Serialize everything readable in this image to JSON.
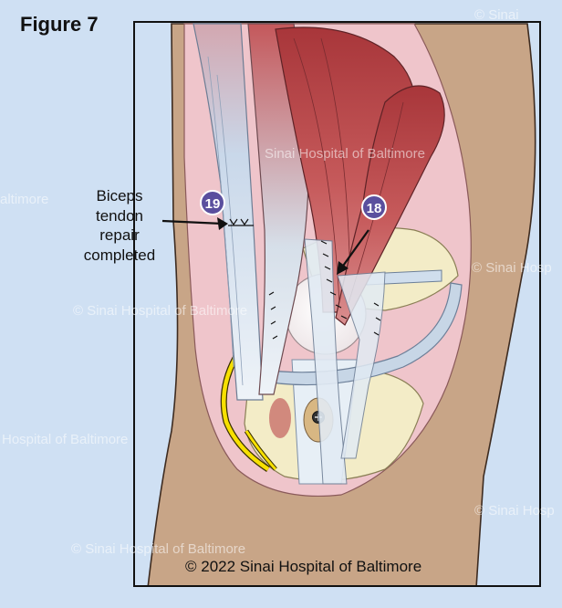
{
  "figure_label": "Figure 7",
  "callout": {
    "line1": "Biceps",
    "line2": "tendon",
    "line3": "repair",
    "line4": "completed"
  },
  "markers": [
    {
      "number": "19"
    },
    {
      "number": "18"
    }
  ],
  "copyright": "© 2022 Sinai Hospital of Baltimore",
  "watermarks": [
    "© Sinai",
    "Sinai Hospital of Baltimore",
    "altimore",
    "© Sinai Hospital of Baltimore",
    "© Sinai Hosp",
    "Hospital of Baltimore",
    "© Sinai Hosp",
    "© Sinai Hospital of Baltimore"
  ],
  "colors": {
    "background": "#cfe0f3",
    "skin": "#c8a587",
    "flesh": "#efc5cb",
    "muscle": "#b94a4c",
    "tendon": "#dfe9f2",
    "bone": "#f3ecc7",
    "nerve": "#f7e000",
    "marker": "#5a4f9e"
  }
}
